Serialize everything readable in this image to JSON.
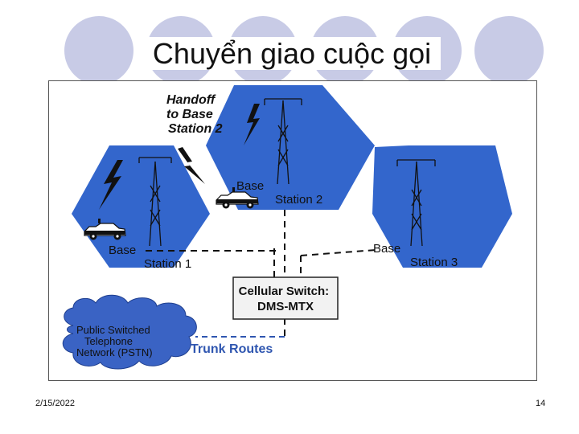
{
  "slide": {
    "title": "Chuyển giao cuộc gọi",
    "date": "2/15/2022",
    "page_number": "14"
  },
  "diagram": {
    "handoff_label": [
      "Handoff",
      "to Base",
      "Station 2"
    ],
    "base_station_1": [
      "Base",
      "Station 1"
    ],
    "base_station_2": [
      "Base",
      "Station 2"
    ],
    "base_station_3": [
      "Base",
      "Station 3"
    ],
    "switch_label": [
      "Cellular Switch:",
      "DMS-MTX"
    ],
    "pstn_label": [
      "Public Switched",
      "Telephone",
      "Network (PSTN)"
    ],
    "trunk_label": "Trunk Routes",
    "colors": {
      "cell_fill": "#3366cc",
      "trunk_text": "#2f56b0",
      "pstn_fill": "#3a63c4"
    }
  }
}
